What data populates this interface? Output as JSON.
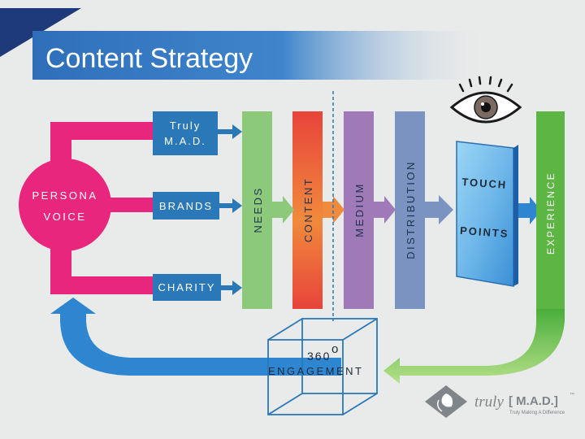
{
  "title": "Content Strategy",
  "persona": {
    "line1": "PERSONA",
    "line2": "VOICE"
  },
  "sources": [
    {
      "key": "truly",
      "lines": [
        "Truly",
        "M.A.D."
      ]
    },
    {
      "key": "brands",
      "lines": [
        "BRANDS"
      ]
    },
    {
      "key": "charity",
      "lines": [
        "CHARITY"
      ]
    }
  ],
  "stages": [
    "NEEDS",
    "CONTENT",
    "MEDIUM",
    "DISTRIBUTION"
  ],
  "touch_points": {
    "line1": "TOUCH",
    "line2": "POINTS"
  },
  "experience": "EXPERIENCE",
  "engagement": {
    "number": "360",
    "degree": "o",
    "label": "ENGAGEMENT"
  },
  "logo": {
    "script": "truly",
    "bracketed": "[ M.A.D.]",
    "trademark": "™",
    "tagline": "Truly Making A Difference"
  },
  "colors": {
    "title_bar": "#2f6fba",
    "corner": "#1e3a7a",
    "magenta": "#e8267e",
    "blue_box": "#2b78b8",
    "needs": "#8cc97a",
    "content": "#ea5a3e",
    "medium": "#a07ab8",
    "distribution": "#7a93c0",
    "experience": "#5db544",
    "arrow_blue": "#2d86cf"
  }
}
